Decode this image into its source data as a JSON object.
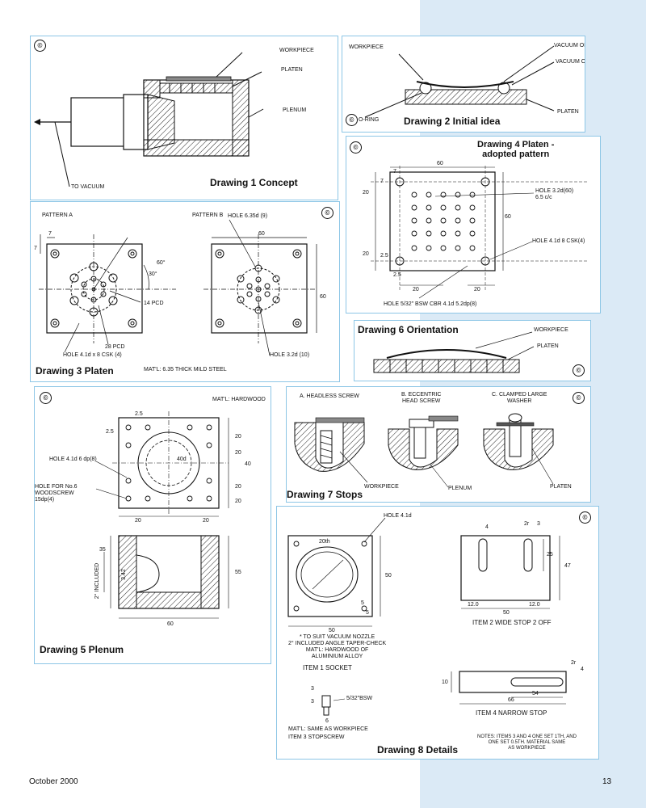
{
  "symbol": "©",
  "d1": {
    "caption": "Drawing 1 Concept",
    "workpiece": "WORKPIECE",
    "platen": "PLATEN",
    "plenum": "PLENUM",
    "to_vacuum": "TO VACUUM"
  },
  "d2": {
    "caption": "Drawing 2 Initial idea",
    "workpiece": "WORKPIECE",
    "vac_on": "VACUUM ON",
    "vac_off": "VACUUM OFF",
    "platen": "PLATEN",
    "oring": "O-RING"
  },
  "d3": {
    "caption": "Drawing 3 Platen",
    "pattern_a": "PATTERN A",
    "pattern_b": "PATTERN B",
    "hole_b1": "HOLE 6.35d (9)",
    "dim_a": "7",
    "dim_b": "7",
    "ang60": "60°",
    "ang30": "30°",
    "pcd14": "14 PCD",
    "pcd28": "28 PCD",
    "hole_a": "HOLE 4.1d x 8 CSK (4)",
    "dim60a": "60",
    "dim60b": "60",
    "hole_b2": "HOLE 3.2d (10)",
    "matl": "MAT'L: 6.35 THICK MILD STEEL"
  },
  "d4": {
    "caption": "Drawing 4 Platen -\nadopted pattern",
    "dim60": "60",
    "dim7a": "7",
    "dim7b": "7",
    "dim20a": "20",
    "hole_a": "HOLE 3.2d(60)\n6.5 c/c",
    "dim60v": "60",
    "dim20b": "20",
    "dim25a": "2.5",
    "hole_b": "HOLE 4.1d 8 CSK(4)",
    "dim25b": "2.5",
    "dim20c": "20",
    "dim20d": "20",
    "hole_c": "HOLE 5/32\" BSW CBR 4.1d 5.2dp(8)"
  },
  "d6": {
    "caption": "Drawing 6 Orientation",
    "workpiece": "WORKPIECE",
    "platen": "PLATEN"
  },
  "d5": {
    "caption": "Drawing 5 Plenum",
    "matl": "MAT'L: HARDWOOD",
    "d25a": "2.5",
    "d25b": "2.5",
    "d20a": "20",
    "d20b": "20",
    "d40d": "40d",
    "d40": "40",
    "hole1": "HOLE 4.1d 6 dp(8)",
    "hole2": "HOLE FOR No.6\nWOODSCREW\n15dp(4)",
    "d20c": "20",
    "d20d": "20",
    "d20e": "20",
    "d20f": "20",
    "d35": "35",
    "d342": "3.42",
    "d55": "55",
    "incl": "2° INCLUDED",
    "d60": "60"
  },
  "d7": {
    "caption": "Drawing 7 Stops",
    "a": "A. HEADLESS SCREW",
    "b": "B. ECCENTRIC\nHEAD SCREW",
    "c": "C. CLAMPED LARGE\nWASHER",
    "workpiece": "WORKPIECE",
    "plenum": "PLENUM",
    "platen": "PLATEN"
  },
  "d8": {
    "caption": "Drawing 8 Details",
    "hole": "HOLE 4.1d",
    "d20th": "20th",
    "d50a": "50",
    "d5a": "5",
    "d5b": "5",
    "d50b": "50",
    "note1": "* TO SUIT VACUUM NOZZLE\n2° INCLUDED ANGLE TAPER-CHECK\nMAT'L: HARDWOOD OF\nALUMINIUM ALLOY",
    "item1": "ITEM 1 SOCKET",
    "d4": "4",
    "d2r": "2r",
    "d3": "3",
    "d25": "25",
    "d47": "47",
    "d12a": "12.0",
    "d12b": "12.0",
    "d50c": "50",
    "item2": "ITEM 2 WIDE STOP 2 OFF",
    "d2r2": "2r",
    "d4b": "4",
    "d10": "10",
    "d54": "54",
    "d66": "66",
    "item4": "ITEM 4 NARROW STOP",
    "s3a": "3",
    "s3b": "3",
    "s6": "6",
    "sbsw": "5/32\"BSW",
    "matl3": "MAT'L: SAME AS WORKPIECE",
    "item3": "ITEM 3 STOPSCREW",
    "notes": "NOTES: ITEMS 3 AND 4 ONE SET 1TH, AND\nONE SET 0.5TH. MATERIAL SAME\nAS WORKPIECE"
  },
  "footer": {
    "date": "October 2000",
    "page": "13"
  }
}
